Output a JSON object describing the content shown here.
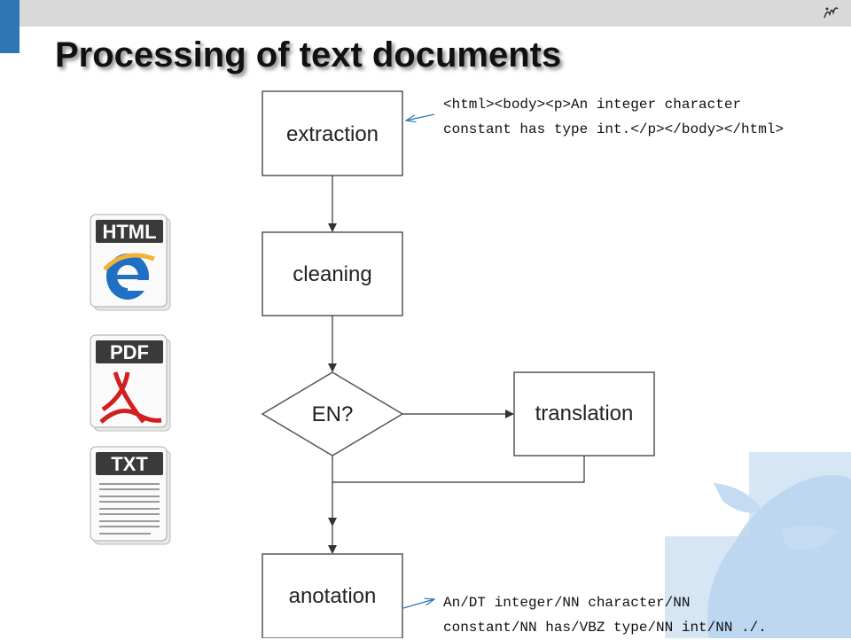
{
  "slide": {
    "title": "Processing of text documents"
  },
  "flowchart": {
    "nodes": {
      "extraction": "extraction",
      "cleaning": "cleaning",
      "en_decision": "EN?",
      "translation": "translation",
      "annotation": "anotation"
    }
  },
  "examples": {
    "input_line1": "<html><body><p>An integer character",
    "input_line2": "constant has type int.</p></body></html>",
    "output_line1": "An/DT integer/NN character/NN",
    "output_line2": "constant/NN has/VBZ type/NN int/NN ./."
  },
  "file_icons": {
    "html_label": "HTML",
    "pdf_label": "PDF",
    "txt_label": "TXT"
  },
  "colors": {
    "accent_blue": "#2e75b6",
    "header_gray": "#d9d9d9",
    "ie_blue": "#1f6fc5",
    "pdf_red": "#d11f1f"
  }
}
